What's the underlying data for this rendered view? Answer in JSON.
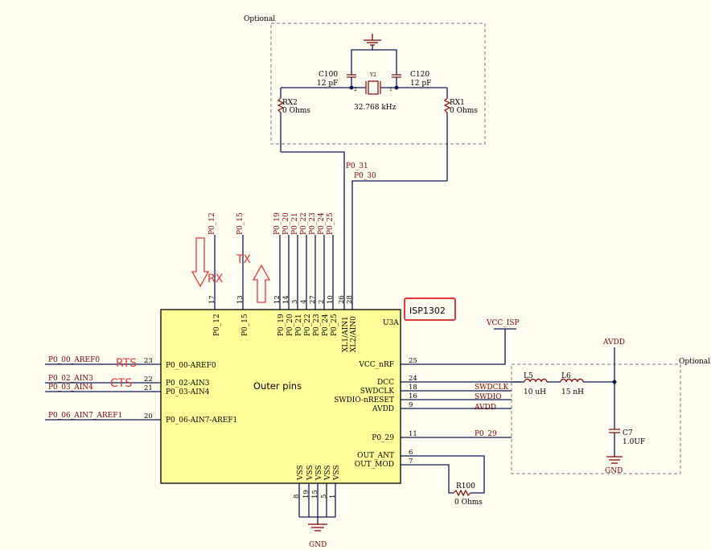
{
  "optional_top": "Optional",
  "optional_right": "Optional",
  "crystal": {
    "ref": "Y2",
    "freq": "32.768 kHz",
    "pin2": "2",
    "pin1": "1",
    "c100_ref": "C100",
    "c100_val": "12 pF",
    "c120_ref": "C120",
    "c120_val": "12 pF",
    "rx2_ref": "RX2",
    "rx2_val": "0 Ohms",
    "rx1_ref": "RX1",
    "rx1_val": "0 Ohms"
  },
  "nets": {
    "p031": "P0_31",
    "p030": "P0_30",
    "top": [
      "P0_12",
      "P0_15",
      "P0_19",
      "P0_20",
      "P0_21",
      "P0_22",
      "P0_23",
      "P0_24",
      "P0_25"
    ],
    "left": [
      "P0_00_AREF0",
      "P0_02_AIN3",
      "P0_03_AIN4",
      "P0_06_AIN7_AREF1"
    ],
    "vcc_isp": "VCC_ISP",
    "swdclk": "SWDCLK",
    "swdio": "SWDIO",
    "avdd": "AVDD",
    "p029": "P0_29",
    "avdd_top": "AVDD"
  },
  "chip": {
    "part": "U3A",
    "title": "Outer pins",
    "top_pin_numbers": [
      "17",
      "13",
      "12",
      "14",
      "3",
      "4",
      "27",
      "2",
      "10",
      "26",
      "28"
    ],
    "top_pin_names": [
      "P0_12",
      "P0_15",
      "P0_19",
      "P0_20",
      "P0_21",
      "P0_22",
      "P0_23",
      "P0_24",
      "P0_25",
      "XL1/AIN1",
      "XL2/AIN0"
    ],
    "left_pin_numbers": [
      "23",
      "22",
      "21",
      "20"
    ],
    "left_pin_names": [
      "P0_00-AREF0",
      "P0_02-AIN3",
      "P0_03-AIN4",
      "P0_06-AIN7-AREF1"
    ],
    "right_pin_numbers": [
      "25",
      "24",
      "18",
      "16",
      "9",
      "11",
      "6",
      "7"
    ],
    "right_pin_names": [
      "VCC_nRF",
      "DCC",
      "SWDCLK",
      "SWDIO-nRESET",
      "AVDD",
      "P0_29",
      "OUT_ANT",
      "OUT_MOD"
    ],
    "bottom_pin_numbers": [
      "8",
      "19",
      "15",
      "5",
      "1"
    ],
    "bottom_pin_names": [
      "VSS",
      "VSS",
      "VSS",
      "VSS",
      "VSS"
    ]
  },
  "r100": {
    "ref": "R100",
    "val": "0 Ohms"
  },
  "filter": {
    "l5_ref": "L5",
    "l5_val": "10 uH",
    "l6_ref": "L6",
    "l6_val": "15 nH",
    "c7_ref": "C7",
    "c7_val": "1.0UF",
    "gnd": "GND"
  },
  "gnd_bottom": "GND",
  "annotations": {
    "rx": "RX",
    "tx": "TX",
    "rts": "RTS",
    "cts": "CTS",
    "isp": "ISP1302"
  },
  "colors": {
    "chip_fill": "#ffff99",
    "wire": "#0e1a55",
    "net_label": "#800000",
    "annotation": "#e63a3a",
    "background": "#fffdf0"
  }
}
